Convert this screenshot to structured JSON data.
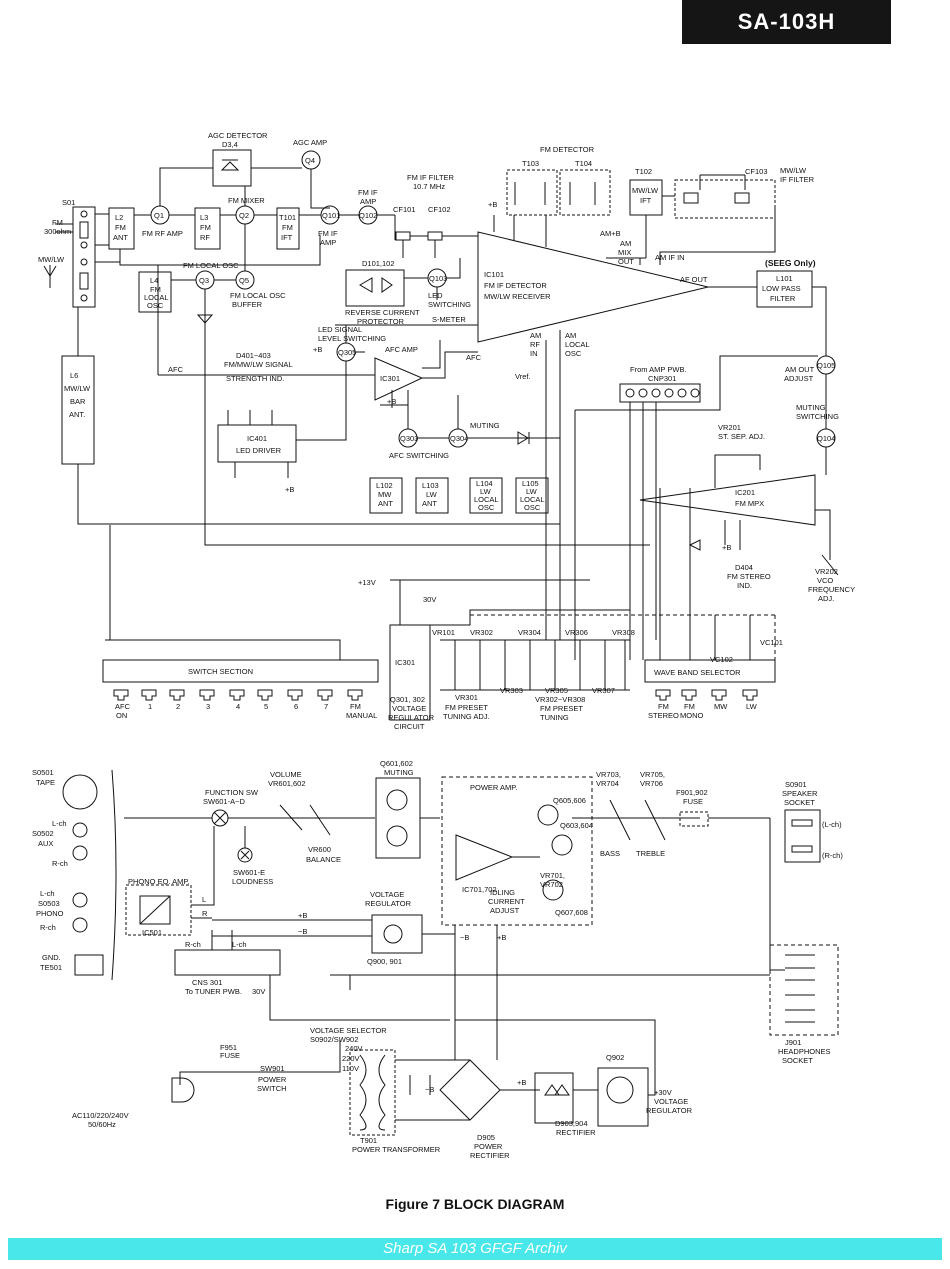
{
  "header": {
    "model": "SA-103H"
  },
  "caption": "Figure 7  BLOCK DIAGRAM",
  "footer": "Sharp SA 103 GFGF Archiv",
  "tuner_labels": [
    {
      "id": "s01",
      "text": "S01"
    },
    {
      "id": "fm300",
      "text": "FM"
    },
    {
      "id": "fm300b",
      "text": "300ohm"
    },
    {
      "id": "mwlw",
      "text": "MW/LW"
    },
    {
      "id": "l2",
      "text": "L2"
    },
    {
      "id": "l2b",
      "text": "FM"
    },
    {
      "id": "l2c",
      "text": "ANT"
    },
    {
      "id": "q1",
      "text": "Q1"
    },
    {
      "id": "fmrfamp",
      "text": "FM RF AMP"
    },
    {
      "id": "l3",
      "text": "L3"
    },
    {
      "id": "l3b",
      "text": "FM"
    },
    {
      "id": "l3c",
      "text": "RF"
    },
    {
      "id": "q2",
      "text": "Q2"
    },
    {
      "id": "fmmixer",
      "text": "FM MIXER"
    },
    {
      "id": "t101",
      "text": "T101"
    },
    {
      "id": "t101b",
      "text": "FM"
    },
    {
      "id": "t101c",
      "text": "IFT"
    },
    {
      "id": "q101",
      "text": "Q101"
    },
    {
      "id": "fmifamp1",
      "text": "FM IF"
    },
    {
      "id": "fmifamp2",
      "text": "AMP"
    },
    {
      "id": "q102",
      "text": "Q102"
    },
    {
      "id": "fmifampb",
      "text": "FM IF"
    },
    {
      "id": "fmifampc",
      "text": "AMP"
    },
    {
      "id": "agcdet",
      "text": "AGC DETECTOR"
    },
    {
      "id": "d34",
      "text": "D3,4"
    },
    {
      "id": "agcamp",
      "text": "AGC AMP"
    },
    {
      "id": "q4",
      "text": "Q4"
    },
    {
      "id": "l4",
      "text": "L4"
    },
    {
      "id": "l4b",
      "text": "FM"
    },
    {
      "id": "l4c",
      "text": "LOCAL"
    },
    {
      "id": "l4d",
      "text": "OSC"
    },
    {
      "id": "q3",
      "text": "Q3"
    },
    {
      "id": "fmlocalosc",
      "text": "FM LOCAL OSC"
    },
    {
      "id": "q5",
      "text": "Q5"
    },
    {
      "id": "fmlocbuf",
      "text": "FM LOCAL OSC"
    },
    {
      "id": "fmlocbuf2",
      "text": "BUFFER"
    },
    {
      "id": "fmiffilter",
      "text": "FM IF FILTER"
    },
    {
      "id": "fmiffilter2",
      "text": "10.7 MHz"
    },
    {
      "id": "cf101",
      "text": "CF101"
    },
    {
      "id": "cf102",
      "text": "CF102"
    },
    {
      "id": "fmdet",
      "text": "FM DETECTOR"
    },
    {
      "id": "t103",
      "text": "T103"
    },
    {
      "id": "t104",
      "text": "T104"
    },
    {
      "id": "t102",
      "text": "T102"
    },
    {
      "id": "mwlwift",
      "text": "MW/LW"
    },
    {
      "id": "mwlwift2",
      "text": "IFT"
    },
    {
      "id": "cf103",
      "text": "CF103"
    },
    {
      "id": "mwlwiff",
      "text": "MW/LW"
    },
    {
      "id": "mwlwiff2",
      "text": "IF FILTER"
    },
    {
      "id": "ampb",
      "text": "AM+B"
    },
    {
      "id": "ammix",
      "text": "AM"
    },
    {
      "id": "ammix2",
      "text": "MIX"
    },
    {
      "id": "ammix3",
      "text": "OUT"
    },
    {
      "id": "amifin",
      "text": "AM IF IN"
    },
    {
      "id": "afout",
      "text": "AF OUT"
    },
    {
      "id": "ic101",
      "text": "IC101"
    },
    {
      "id": "ic101b",
      "text": "FM IF DETECTOR"
    },
    {
      "id": "ic101c",
      "text": "MW/LW RECEIVER"
    },
    {
      "id": "seeg",
      "text": "(SEEG Only)"
    },
    {
      "id": "l101",
      "text": "L101"
    },
    {
      "id": "l101b",
      "text": "LOW PASS"
    },
    {
      "id": "l101c",
      "text": "FILTER"
    },
    {
      "id": "d101",
      "text": "D101,102"
    },
    {
      "id": "revcur",
      "text": "REVERSE CURRENT"
    },
    {
      "id": "revcur2",
      "text": "PROTECTOR"
    },
    {
      "id": "q103",
      "text": "Q103"
    },
    {
      "id": "ledsw",
      "text": "LED"
    },
    {
      "id": "ledsw2",
      "text": "SWITCHING"
    },
    {
      "id": "smeter",
      "text": "S-METER"
    },
    {
      "id": "amrf",
      "text": "AM"
    },
    {
      "id": "amrf2",
      "text": "RF"
    },
    {
      "id": "amrf3",
      "text": "IN"
    },
    {
      "id": "amlo",
      "text": "AM"
    },
    {
      "id": "amlo2",
      "text": "LOCAL"
    },
    {
      "id": "amlo3",
      "text": "OSC"
    },
    {
      "id": "ledsig",
      "text": "LED SIGNAL"
    },
    {
      "id": "ledsig2",
      "text": "LEVEL SWITCHING"
    },
    {
      "id": "q305",
      "text": "Q305"
    },
    {
      "id": "afcamp",
      "text": "AFC AMP"
    },
    {
      "id": "ic301a",
      "text": "IC301"
    },
    {
      "id": "afc",
      "text": "AFC"
    },
    {
      "id": "afc2",
      "text": "AFC"
    },
    {
      "id": "vref",
      "text": "Vref."
    },
    {
      "id": "d401",
      "text": "D401~403"
    },
    {
      "id": "d401b",
      "text": "FM/MW/LW SIGNAL"
    },
    {
      "id": "d401c",
      "text": "STRENGTH IND."
    },
    {
      "id": "ic401",
      "text": "IC401"
    },
    {
      "id": "ic401b",
      "text": "LED DRIVER"
    },
    {
      "id": "q303",
      "text": "Q303"
    },
    {
      "id": "afcsw",
      "text": "AFC SWITCHING"
    },
    {
      "id": "q304",
      "text": "Q304"
    },
    {
      "id": "muting",
      "text": "MUTING"
    },
    {
      "id": "l6",
      "text": "L6"
    },
    {
      "id": "l6b",
      "text": "MW/LW"
    },
    {
      "id": "l6c",
      "text": "BAR"
    },
    {
      "id": "l6d",
      "text": "ANT."
    },
    {
      "id": "l102",
      "text": "L102"
    },
    {
      "id": "l102b",
      "text": "MW"
    },
    {
      "id": "l102c",
      "text": "ANT"
    },
    {
      "id": "l103",
      "text": "L103"
    },
    {
      "id": "l103b",
      "text": "LW"
    },
    {
      "id": "l103c",
      "text": "ANT"
    },
    {
      "id": "l104",
      "text": "L104"
    },
    {
      "id": "l104b",
      "text": "LW"
    },
    {
      "id": "l104c",
      "text": "LOCAL"
    },
    {
      "id": "l104d",
      "text": "OSC"
    },
    {
      "id": "l105",
      "text": "L105"
    },
    {
      "id": "l105b",
      "text": "LW"
    },
    {
      "id": "l105c",
      "text": "LOCAL"
    },
    {
      "id": "l105d",
      "text": "OSC"
    },
    {
      "id": "fromamp",
      "text": "From AMP PWB."
    },
    {
      "id": "cnp301",
      "text": "CNP301"
    },
    {
      "id": "amout",
      "text": "AM OUT"
    },
    {
      "id": "amout2",
      "text": "ADJUST"
    },
    {
      "id": "q105",
      "text": "Q105"
    },
    {
      "id": "mutsw",
      "text": "MUTING"
    },
    {
      "id": "mutsw2",
      "text": "SWITCHING"
    },
    {
      "id": "q104",
      "text": "Q104"
    },
    {
      "id": "vr201",
      "text": "VR201"
    },
    {
      "id": "vr201b",
      "text": "ST. SEP. ADJ."
    },
    {
      "id": "ic201",
      "text": "IC201"
    },
    {
      "id": "ic201b",
      "text": "FM MPX"
    },
    {
      "id": "d404",
      "text": "D404"
    },
    {
      "id": "d404b",
      "text": "FM STEREO"
    },
    {
      "id": "d404c",
      "text": "IND."
    },
    {
      "id": "vr202",
      "text": "VR202"
    },
    {
      "id": "vr202b",
      "text": "VCO"
    },
    {
      "id": "vr202c",
      "text": "FREQUENCY"
    },
    {
      "id": "vr202d",
      "text": "ADJ."
    },
    {
      "id": "p13v",
      "text": "+13V"
    },
    {
      "id": "p30v",
      "text": "30V"
    },
    {
      "id": "ic301b",
      "text": "IC301"
    },
    {
      "id": "vr101",
      "text": "VR101"
    },
    {
      "id": "vr302",
      "text": "VR302"
    },
    {
      "id": "vr304",
      "text": "VR304"
    },
    {
      "id": "vr306",
      "text": "VR306"
    },
    {
      "id": "vr308",
      "text": "VR308"
    },
    {
      "id": "vr301",
      "text": "VR301"
    },
    {
      "id": "vr301b",
      "text": "FM PRESET"
    },
    {
      "id": "vr301c",
      "text": "TUNING ADJ."
    },
    {
      "id": "vr303",
      "text": "VR303"
    },
    {
      "id": "vr305",
      "text": "VR305"
    },
    {
      "id": "vr307",
      "text": "VR307"
    },
    {
      "id": "vr302r",
      "text": "VR302~VR308"
    },
    {
      "id": "vr302rb",
      "text": "FM PRESET"
    },
    {
      "id": "vr302rc",
      "text": "TUNING"
    },
    {
      "id": "q301",
      "text": "Q301, 302"
    },
    {
      "id": "q301b",
      "text": "VOLTAGE"
    },
    {
      "id": "q301c",
      "text": "REGULATOR"
    },
    {
      "id": "q301d",
      "text": "CIRCUIT"
    },
    {
      "id": "vc102",
      "text": "VC102"
    },
    {
      "id": "vc101",
      "text": "VC101"
    },
    {
      "id": "switchsec",
      "text": "SWITCH SECTION"
    },
    {
      "id": "wavesel",
      "text": "WAVE BAND SELECTOR"
    },
    {
      "id": "afcon",
      "text": "AFC"
    },
    {
      "id": "afcon2",
      "text": "ON"
    },
    {
      "id": "sw1",
      "text": "1"
    },
    {
      "id": "sw2",
      "text": "2"
    },
    {
      "id": "sw3",
      "text": "3"
    },
    {
      "id": "sw4",
      "text": "4"
    },
    {
      "id": "sw5",
      "text": "5"
    },
    {
      "id": "sw6",
      "text": "6"
    },
    {
      "id": "sw7",
      "text": "7"
    },
    {
      "id": "fmman",
      "text": "FM"
    },
    {
      "id": "fmman2",
      "text": "MANUAL"
    },
    {
      "id": "wbfm1",
      "text": "FM"
    },
    {
      "id": "wbfm2",
      "text": "FM"
    },
    {
      "id": "wbmw",
      "text": "MW"
    },
    {
      "id": "wblw",
      "text": "LW"
    },
    {
      "id": "wbst",
      "text": "STEREO"
    },
    {
      "id": "wbmono",
      "text": "MONO"
    },
    {
      "id": "pb",
      "text": "+B"
    },
    {
      "id": "pb2",
      "text": "+B"
    },
    {
      "id": "pb3",
      "text": "+B"
    },
    {
      "id": "pb4",
      "text": "+B"
    },
    {
      "id": "pb5",
      "text": "+B"
    }
  ],
  "amp_labels": [
    {
      "id": "s0501",
      "text": "S0501"
    },
    {
      "id": "tape",
      "text": "TAPE"
    },
    {
      "id": "s0502",
      "text": "S0502"
    },
    {
      "id": "aux",
      "text": "AUX"
    },
    {
      "id": "lch1",
      "text": "L-ch"
    },
    {
      "id": "rch1",
      "text": "R-ch"
    },
    {
      "id": "lch2",
      "text": "L-ch"
    },
    {
      "id": "s0503",
      "text": "S0503"
    },
    {
      "id": "phono",
      "text": "PHONO"
    },
    {
      "id": "rch2",
      "text": "R-ch"
    },
    {
      "id": "gnd",
      "text": "GND."
    },
    {
      "id": "te501",
      "text": "TE501"
    },
    {
      "id": "funcsw",
      "text": "FUNCTION SW"
    },
    {
      "id": "funcsw2",
      "text": "SW601-A~D"
    },
    {
      "id": "volume",
      "text": "VOLUME"
    },
    {
      "id": "volume2",
      "text": "VR601,602"
    },
    {
      "id": "vr600",
      "text": "VR600"
    },
    {
      "id": "balance",
      "text": "BALANCE"
    },
    {
      "id": "q601",
      "text": "Q601,602"
    },
    {
      "id": "q601b",
      "text": "MUTING"
    },
    {
      "id": "sw601e",
      "text": "SW601-E"
    },
    {
      "id": "loudness",
      "text": "LOUDNESS"
    },
    {
      "id": "phonoeq",
      "text": "PHONO EQ. AMP."
    },
    {
      "id": "ic501",
      "text": "IC501"
    },
    {
      "id": "eql",
      "text": "L"
    },
    {
      "id": "eqr",
      "text": "R"
    },
    {
      "id": "rch3",
      "text": "R-ch"
    },
    {
      "id": "lch3",
      "text": "L-ch"
    },
    {
      "id": "cns301",
      "text": "CNS 301"
    },
    {
      "id": "totuner",
      "text": "To TUNER PWB."
    },
    {
      "id": "v30",
      "text": "30V"
    },
    {
      "id": "pbamp",
      "text": "+B"
    },
    {
      "id": "mbamp",
      "text": "−B"
    },
    {
      "id": "vreg",
      "text": "VOLTAGE"
    },
    {
      "id": "vreg2",
      "text": "REGULATOR"
    },
    {
      "id": "q900",
      "text": "Q900, 901"
    },
    {
      "id": "powamp",
      "text": "POWER AMP."
    },
    {
      "id": "ic701",
      "text": "IC701,702"
    },
    {
      "id": "q605",
      "text": "Q605,606"
    },
    {
      "id": "q603",
      "text": "Q603,604"
    },
    {
      "id": "vr701",
      "text": "VR701,"
    },
    {
      "id": "vr702",
      "text": "VR702"
    },
    {
      "id": "q607",
      "text": "Q607,608"
    },
    {
      "id": "idling",
      "text": "IDLING"
    },
    {
      "id": "idling2",
      "text": "CURRENT"
    },
    {
      "id": "idling3",
      "text": "ADJUST"
    },
    {
      "id": "vr703",
      "text": "VR703,"
    },
    {
      "id": "vr704",
      "text": "VR704"
    },
    {
      "id": "vr705",
      "text": "VR705,"
    },
    {
      "id": "vr706",
      "text": "VR706"
    },
    {
      "id": "bass",
      "text": "BASS"
    },
    {
      "id": "treble",
      "text": "TREBLE"
    },
    {
      "id": "f901",
      "text": "F901,902"
    },
    {
      "id": "fuse",
      "text": "FUSE"
    },
    {
      "id": "s0901",
      "text": "S0901"
    },
    {
      "id": "speaker",
      "text": "SPEAKER"
    },
    {
      "id": "socket",
      "text": "SOCKET"
    },
    {
      "id": "lch4",
      "text": "(L-ch)"
    },
    {
      "id": "rch4",
      "text": "(R-ch)"
    },
    {
      "id": "j901",
      "text": "J901"
    },
    {
      "id": "headph",
      "text": "HEADPHONES"
    },
    {
      "id": "headph2",
      "text": "SOCKET"
    },
    {
      "id": "mb",
      "text": "−B"
    },
    {
      "id": "pbb",
      "text": "+B"
    },
    {
      "id": "voltsel",
      "text": "VOLTAGE SELECTOR"
    },
    {
      "id": "voltsel2",
      "text": "S0902/SW902"
    },
    {
      "id": "v240",
      "text": "240V"
    },
    {
      "id": "v220",
      "text": "220V"
    },
    {
      "id": "v110",
      "text": "110V"
    },
    {
      "id": "f951",
      "text": "F951"
    },
    {
      "id": "fuse2",
      "text": "FUSE"
    },
    {
      "id": "sw901",
      "text": "SW901"
    },
    {
      "id": "powsw",
      "text": "POWER"
    },
    {
      "id": "powsw2",
      "text": "SWITCH"
    },
    {
      "id": "ac",
      "text": "AC110/220/240V"
    },
    {
      "id": "hz",
      "text": "50/60Hz"
    },
    {
      "id": "t901",
      "text": "T901"
    },
    {
      "id": "powtrans",
      "text": "POWER  TRANSFORMER"
    },
    {
      "id": "mbr",
      "text": "−B"
    },
    {
      "id": "pbr",
      "text": "+B"
    },
    {
      "id": "d905",
      "text": "D905"
    },
    {
      "id": "d905b",
      "text": "POWER"
    },
    {
      "id": "d905c",
      "text": "RECTIFIER"
    },
    {
      "id": "d903",
      "text": "D903,904"
    },
    {
      "id": "d903b",
      "text": "RECTIFIER"
    },
    {
      "id": "q902",
      "text": "Q902"
    },
    {
      "id": "p30",
      "text": "+30V"
    },
    {
      "id": "vreg3",
      "text": "VOLTAGE"
    },
    {
      "id": "vreg4",
      "text": "REGULATOR"
    }
  ]
}
